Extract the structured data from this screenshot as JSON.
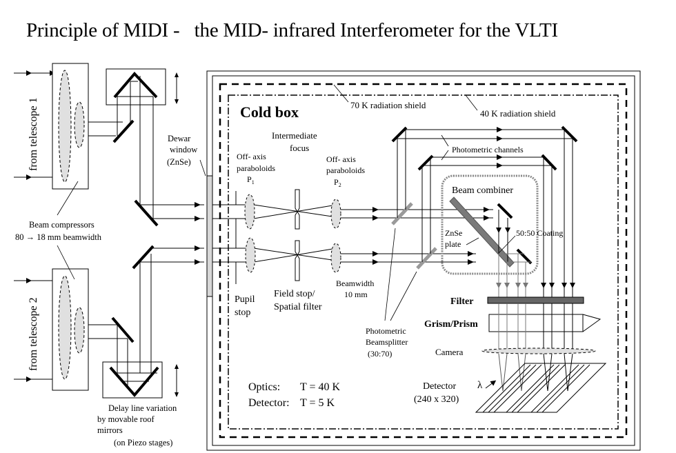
{
  "title": "Principle of MIDI -   the MID- infrared Interferometer for the VLTI",
  "labels": {
    "from_telescope_1": "from telescope 1",
    "from_telescope_2": "from telescope 2",
    "beam_compressors_line1": "Beam compressors",
    "beam_compressors_line2": "80  → 18 mm beamwidth",
    "dewar_window_line1": "Dewar",
    "dewar_window_line2": "window",
    "dewar_window_line3": "(ZnSe)",
    "delay_line_1": "Delay line variation",
    "delay_line_2": "by movable  roof",
    "delay_line_3": "mirrors",
    "delay_line_4": "(on Piezo stages)",
    "cold_box": "Cold box",
    "shield_70k": "70 K radiation shield",
    "shield_40k": "40 K radiation shield",
    "intermediate_focus_1": "Intermediate",
    "intermediate_focus_2": "focus",
    "off_axis_1a": "Off- axis",
    "off_axis_1b": "paraboloids",
    "p1": "P",
    "p1_sub": "1",
    "off_axis_2a": "Off- axis",
    "off_axis_2b": "paraboloids",
    "p2": "P",
    "p2_sub": "2",
    "photometric_channels": "Photometric channels",
    "beam_combiner": "Beam combiner",
    "znse_plate_1": "ZnSe",
    "znse_plate_2": "plate",
    "coating": "50:50 Coating",
    "pupil_stop_1": "Pupil",
    "pupil_stop_2": "stop",
    "field_stop_1": "Field stop/",
    "field_stop_2": "Spatial filter",
    "beamwidth_1": "Beamwidth",
    "beamwidth_2": "10 mm",
    "photometric_bs_1": "Photometric",
    "photometric_bs_2": "Beamsplitter",
    "photometric_bs_3": "(30:70)",
    "filter": "Filter",
    "grism": "Grism/Prism",
    "camera": "Camera",
    "detector_1": "Detector",
    "detector_2": "(240 x 320)",
    "lambda": "λ",
    "optics_temp_label": "Optics:",
    "optics_temp_value": "T = 40 K",
    "detector_temp_label": "Detector:",
    "detector_temp_value": "T =   5 K"
  },
  "colors": {
    "line": "#000000",
    "lens_fill": "#e0e0e0",
    "beamsplitter": "#9a9a9a",
    "znse_plate": "#7a7a7a",
    "filter": "#666666",
    "combined_beam": "#777777",
    "window_fill": "#d8d8d8"
  }
}
